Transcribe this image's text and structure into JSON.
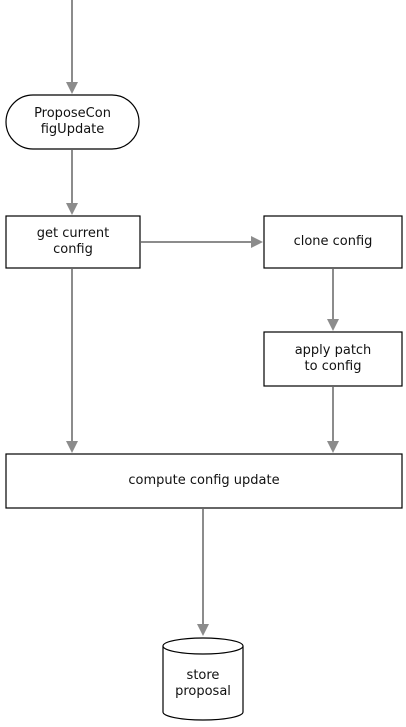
{
  "nodes": {
    "propose": {
      "label": "ProposeCon\nfigUpdate",
      "shape": "rounded-pill"
    },
    "get_current": {
      "label": "get current\nconfig",
      "shape": "rectangle"
    },
    "clone": {
      "label": "clone config",
      "shape": "rectangle"
    },
    "apply_patch": {
      "label": "apply patch\nto config",
      "shape": "rectangle"
    },
    "compute": {
      "label": "compute config update",
      "shape": "rectangle"
    },
    "store": {
      "label": "store\nproposal",
      "shape": "cylinder"
    }
  },
  "edges": [
    {
      "from": "entry",
      "to": "propose"
    },
    {
      "from": "propose",
      "to": "get_current"
    },
    {
      "from": "get_current",
      "to": "clone"
    },
    {
      "from": "clone",
      "to": "apply_patch"
    },
    {
      "from": "get_current",
      "to": "compute"
    },
    {
      "from": "apply_patch",
      "to": "compute"
    },
    {
      "from": "compute",
      "to": "store"
    }
  ],
  "colors": {
    "edge": "#8c8c8c",
    "node_border": "#000000",
    "node_fill": "#ffffff",
    "text": "#111111"
  }
}
